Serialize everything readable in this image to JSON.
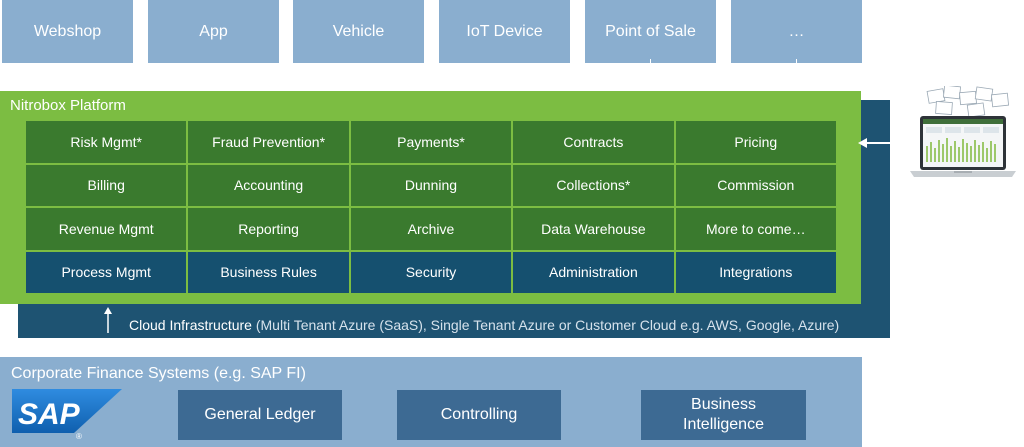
{
  "channels": [
    "Webshop",
    "App",
    "Vehicle",
    "IoT Device",
    "Point of Sale",
    "…"
  ],
  "platform": {
    "title": "Nitrobox Platform",
    "rows": [
      [
        "Risk Mgmt*",
        "Fraud Prevention*",
        "Payments*",
        "Contracts",
        "Pricing"
      ],
      [
        "Billing",
        "Accounting",
        "Dunning",
        "Collections*",
        "Commission"
      ],
      [
        "Revenue Mgmt",
        "Reporting",
        "Archive",
        "Data Warehouse",
        "More to come…"
      ],
      [
        "Process Mgmt",
        "Business Rules",
        "Security",
        "Administration",
        "Integrations"
      ]
    ]
  },
  "cloud": {
    "label": "Cloud Infrastructure",
    "detail": " (Multi Tenant Azure (SaaS), Single Tenant Azure or Customer Cloud e.g. AWS, Google, Azure)"
  },
  "finance": {
    "title": "Corporate Finance Systems (e.g. SAP FI)",
    "logo_text": "SAP",
    "logo_mark": "®",
    "boxes": [
      "General Ledger",
      "Controlling",
      "Business\nIntelligence"
    ]
  },
  "colors": {
    "channel_bg": "#8aaecf",
    "platform_green": "#7cbd42",
    "module_green": "#3a7a2e",
    "module_blue": "#15506f",
    "cloud_bar": "#1e5372",
    "finance_box": "#3d6a93",
    "sap_blue": "#1a73c8"
  },
  "icons": [
    "up-arrow-icon",
    "left-arrow-icon",
    "laptop-dashboard-icon",
    "sap-logo"
  ]
}
